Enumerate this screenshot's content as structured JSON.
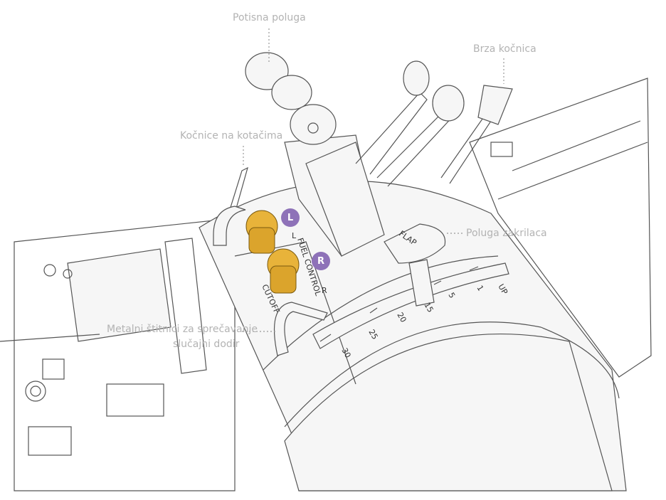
{
  "labels": {
    "thrust_lever": "Potisna poluga",
    "speed_brake": "Brza kočnica",
    "wheel_brakes": "Kočnice na kotačima",
    "flap_lever": "Poluga zakrilaca",
    "guards_line1": "Metalni štitnici za sprečavanje",
    "guards_line2": "slučajni dodir"
  },
  "badges": {
    "left": "L",
    "right": "R"
  },
  "panel_text": {
    "flap": "FLAP",
    "fuel_control": "FUEL CONTROL",
    "l": "L",
    "r": "R",
    "cutoff": "CUTOFF"
  },
  "flap_scale": [
    "30",
    "25",
    "20",
    "15",
    "5",
    "1",
    "UP"
  ],
  "colors": {
    "badge": "#8e72b8",
    "knob": "#e8b33a",
    "label": "#b3b3b3"
  }
}
